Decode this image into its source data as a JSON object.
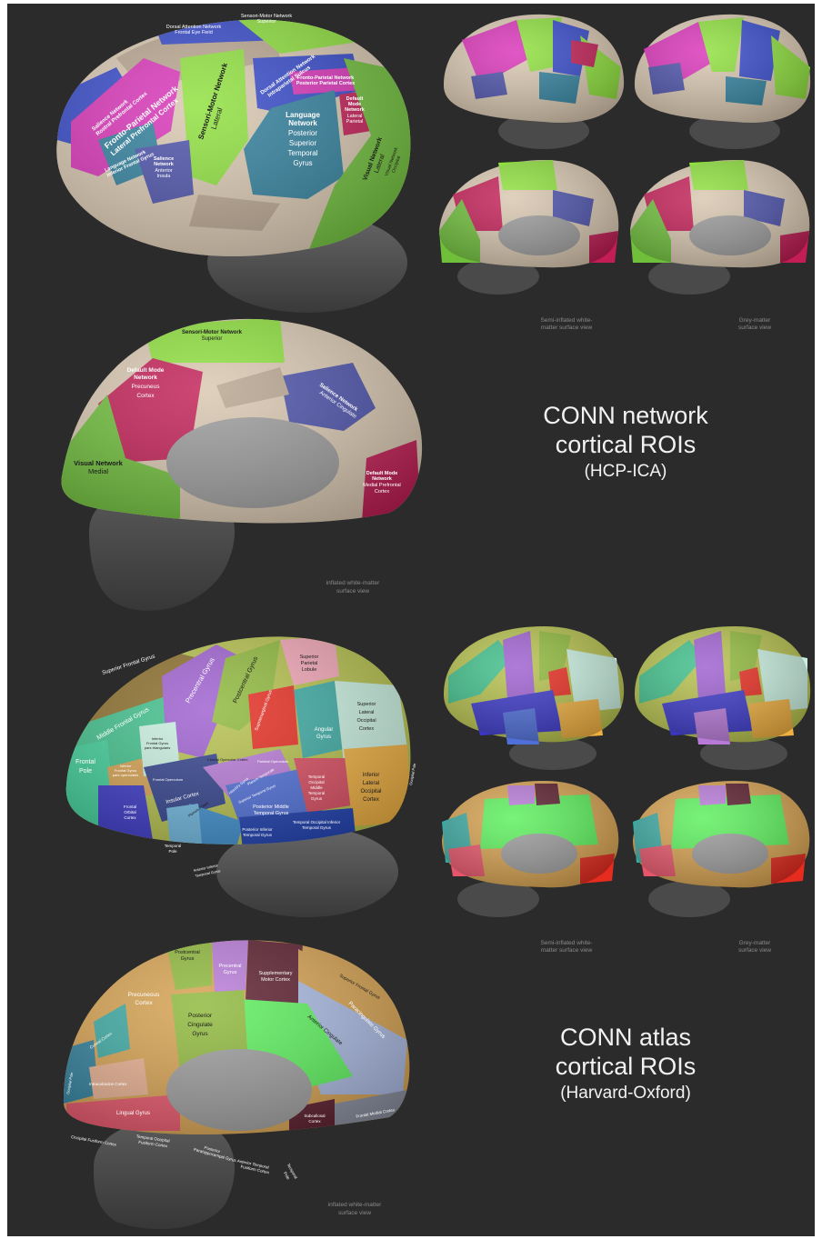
{
  "titles": {
    "network": {
      "line1": "CONN network",
      "line2": "cortical ROIs",
      "sub": "(HCP-ICA)"
    },
    "atlas": {
      "line1": "CONN atlas",
      "line2": "cortical ROIs",
      "sub": "(Harvard-Oxford)"
    }
  },
  "captions": {
    "semi_inflated": [
      "Semi-inflated white-",
      "matter surface view"
    ],
    "grey_matter": [
      "Grey-matter",
      "surface view"
    ],
    "inflated": [
      "inflated white-matter",
      "surface view"
    ]
  },
  "network_lateral_labels": {
    "dorsal_attention_superior": [
      "Dorsal Attention Network",
      "Frontal Eye Field"
    ],
    "sensori_motor_superior": [
      "Sensori-Motor Network",
      "Superior"
    ],
    "salience_rostral": [
      "Salience Network",
      "Rostral Prefrontal Cortex"
    ],
    "fronto_parietal_lateral_prefrontal": [
      "Fronto-Parietal Network",
      "Lateral Prefrontal Cortex"
    ],
    "sensori_motor_lateral": [
      "Sensori-Motor Network",
      "Lateral"
    ],
    "dorsal_attention_intraparietal": [
      "Dorsal Attention Network",
      "Intraparietal Sulcus"
    ],
    "fronto_parietal_posterior": [
      "Fronto-Parietal Network",
      "Posterior Parietal Cortex"
    ],
    "language_inferior_frontal": [
      "Language Network",
      "Inferior Frontal Gyrus"
    ],
    "language_posterior_temporal": [
      "Language",
      "Network",
      "Posterior",
      "Superior",
      "Temporal",
      "Gyrus"
    ],
    "default_mode_lateral_parietal": [
      "Default",
      "Mode",
      "Network",
      "Lateral",
      "Parietal"
    ],
    "salience_anterior_insula": [
      "Salience",
      "Network",
      "Anterior",
      "Insula"
    ],
    "visual_lateral": [
      "Visual Network",
      "Lateral"
    ],
    "visual_occipital": [
      "Visual Network",
      "Occipital"
    ]
  },
  "network_medial_labels": {
    "sensori_motor_superior": [
      "Sensori-Motor Network",
      "Superior"
    ],
    "default_mode_precuneus": [
      "Default Mode",
      "Network",
      "Precuneus",
      "Cortex"
    ],
    "salience_anterior_cingulate": [
      "Salience Network",
      "Anterior Cingulate"
    ],
    "visual_medial": [
      "Visual Network",
      "Medial"
    ],
    "default_mode_medial_prefrontal": [
      "Default Mode",
      "Network",
      "Medial Prefrontal",
      "Cortex"
    ]
  },
  "atlas_lateral_labels": {
    "superior_frontal_gyrus": "Superior Frontal Gyrus",
    "middle_frontal_gyrus": "Middle Frontal Gyrus",
    "precentral_gyrus": "Precentral Gyrus",
    "postcentral_gyrus": "Postcentral Gyrus",
    "superior_parietal_lobule": [
      "Superior",
      "Parietal",
      "Lobule"
    ],
    "supramarginal_gyrus": "Supramarginal Gyrus",
    "angular_gyrus": [
      "Angular",
      "Gyrus"
    ],
    "superior_lateral_occipital": [
      "Superior",
      "Lateral",
      "Occipital",
      "Cortex"
    ],
    "frontal_pole": [
      "Frontal",
      "Pole"
    ],
    "inferior_frontal_tri": [
      "Inferior",
      "Frontal Gyrus",
      "pars triangularis"
    ],
    "inferior_frontal_oper": [
      "Inferior",
      "Frontal Gyrus",
      "pars opercularis"
    ],
    "frontal_operculum": "Frontal Operculum",
    "central_opercular": "Central Opercular Cortex",
    "parietal_operculum": "Parietal Operculum",
    "insular_cortex": "Insular Cortex",
    "frontal_orbital": [
      "Frontal",
      "Orbital",
      "Cortex"
    ],
    "planum_polare": "Planum Polare",
    "heschls_gyrus": "Heschl's Gyrus",
    "planum_temporale": "Planum Temporale",
    "superior_temporal": "Superior Temporal Gyrus",
    "middle_temporal_posterior": [
      "Posterior Middle",
      "Temporal Gyrus"
    ],
    "temporal_occipital_middle": [
      "Temporal",
      "Occipital",
      "Middle",
      "Temporal",
      "Gyrus"
    ],
    "inferior_lateral_occipital": [
      "Inferior",
      "Lateral",
      "Occipital",
      "Cortex"
    ],
    "temporal_pole": [
      "Temporal",
      "Pole"
    ],
    "inferior_temporal_posterior": [
      "Posterior Inferior",
      "Temporal Gyrus"
    ],
    "temporal_occipital_inferior": [
      "Temporal Occipital Inferior",
      "Temporal Gyrus"
    ],
    "anterior_temporal": [
      "Anterior Inferior",
      "Temporal Gyrus"
    ],
    "occipital_pole": "Occipital Pole"
  },
  "atlas_medial_labels": {
    "postcentral_gyrus": [
      "Postcentral",
      "Gyrus"
    ],
    "precentral_gyrus": [
      "Precentral",
      "Gyrus"
    ],
    "supplementary_motor": [
      "Supplementary",
      "Motor Cortex"
    ],
    "superior_frontal": "Superior Frontal Gyrus",
    "precuneous": [
      "Precuneous",
      "Cortex"
    ],
    "posterior_cingulate": [
      "Posterior",
      "Cingulate",
      "Gyrus"
    ],
    "paracingulate": "Paracingulate Gyrus",
    "anterior_cingulate": "Anterior Cingulate",
    "cuneal": "Cuneal Cortex",
    "intracalcarine": "Intracalcarine Cortex",
    "occipital_pole": "Occipital Pole",
    "lingual": "Lingual Gyrus",
    "occipital_fusiform": "Occipital Fusiform Cortex",
    "temporal_occipital_fusiform": [
      "Temporal Occipital",
      "Fusiform Cortex"
    ],
    "parahippocampal": [
      "Posterior",
      "Parahippocampal Gyrus"
    ],
    "subcallosal": [
      "Subcallosal",
      "Cortex"
    ],
    "frontal_medial": "Frontal Medial Cortex",
    "temporal_fusiform": [
      "Anterior Temporal",
      "Fusiform Cortex"
    ],
    "temporal_pole": [
      "Temporal",
      "Pole"
    ]
  },
  "colors": {
    "background": "#2b2b2b",
    "page": "#ffffff",
    "cortex_base": "#d9c7b0",
    "cortex_sulcus": "#b8a58f",
    "subcortical": "#6f6f6f",
    "network": {
      "visual": "#6fbf3a",
      "sensori_motor": "#8ee03c",
      "default_mode": "#c21e55",
      "salience": "#4a4fa8",
      "dorsal_attention": "#3448c9",
      "fronto_parietal": "#d933b8",
      "language": "#2f7f9c"
    }
  }
}
